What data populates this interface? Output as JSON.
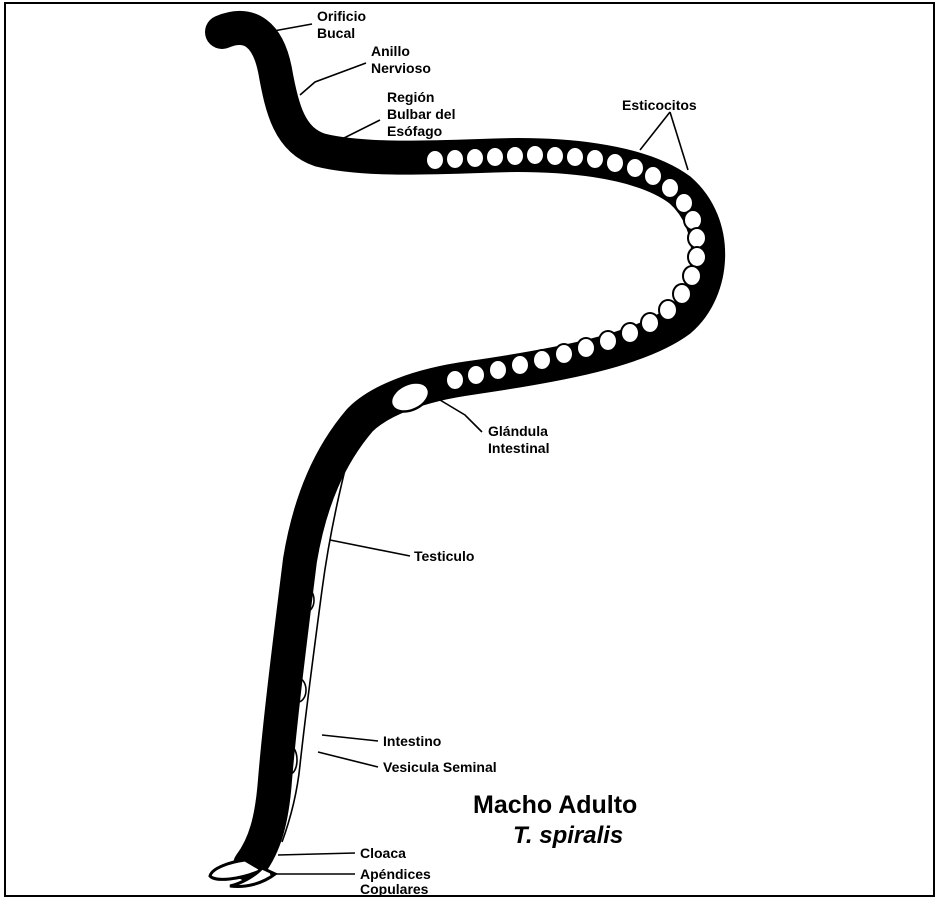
{
  "labels": {
    "orificio": "Orificio",
    "bucal": "Bucal",
    "anillo": "Anillo",
    "nervioso": "Nervioso",
    "region": "Región",
    "bulbar": "Bulbar del",
    "esofago": "Esófago",
    "esticocitos": "Esticocitos",
    "glandula": "Glándula",
    "intestinal": "Intestinal",
    "testiculo": "Testiculo",
    "intestino": "Intestino",
    "vesicula": "Vesicula Seminal",
    "cloaca": "Cloaca",
    "apendices": "Apéndices",
    "copulares": "Copulares"
  },
  "title": {
    "main": "Macho Adulto",
    "species": "T. spiralis"
  }
}
